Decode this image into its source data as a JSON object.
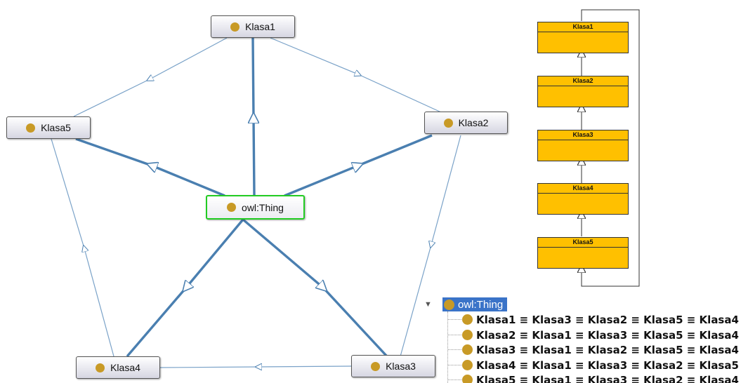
{
  "graph": {
    "nodes": {
      "klasa1": "Klasa1",
      "klasa2": "Klasa2",
      "klasa3": "Klasa3",
      "klasa4": "Klasa4",
      "klasa5": "Klasa5",
      "root": "owl:Thing"
    }
  },
  "uml": {
    "boxes": [
      "Klasa1",
      "Klasa2",
      "Klasa3",
      "Klasa4",
      "Klasa5"
    ]
  },
  "tree": {
    "root_label": "owl:Thing",
    "rows": [
      "Klasa1 ≡ Klasa3 ≡ Klasa2 ≡ Klasa5 ≡ Klasa4",
      "Klasa2 ≡ Klasa1 ≡ Klasa3 ≡ Klasa5 ≡ Klasa4",
      "Klasa3 ≡ Klasa1 ≡ Klasa2 ≡ Klasa5 ≡ Klasa4",
      "Klasa4 ≡ Klasa1 ≡ Klasa3 ≡ Klasa2 ≡ Klasa5",
      "Klasa5 ≡ Klasa1 ≡ Klasa3 ≡ Klasa2 ≡ Klasa4"
    ]
  },
  "colors": {
    "class_dot": "#c89a26",
    "thick_edge": "#4a7fb0",
    "thin_edge": "#7aa2c8",
    "root_border": "#22cc22",
    "uml_fill": "#ffc000",
    "selection": "#3a73c8"
  }
}
